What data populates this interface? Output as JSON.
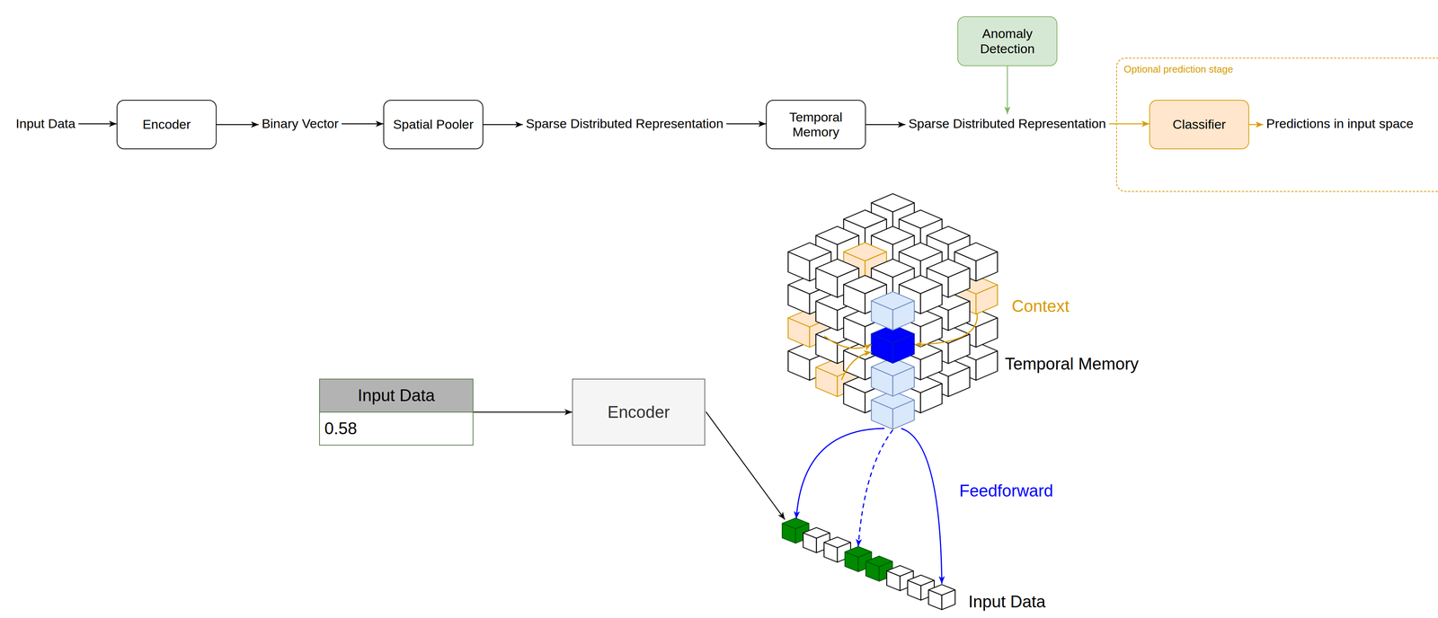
{
  "diagram": {
    "nodes": [
      {
        "text": [
          "Input Data"
        ]
      },
      {
        "text": [
          "Encoder"
        ]
      },
      {
        "text": [
          "Binary Vector"
        ]
      },
      {
        "text": [
          "Spatial Pooler"
        ]
      },
      {
        "text": [
          "Sparse Distributed Representation"
        ]
      },
      {
        "text": [
          "Temporal Memory"
        ]
      },
      {
        "text": [
          "Anomaly Detection"
        ]
      },
      {
        "text": [
          "Sparse Distributed Representation"
        ]
      },
      {
        "text": [
          "Optional prediction stage"
        ]
      },
      {
        "text": [
          "Classifier"
        ],
        "in": 8
      },
      {
        "text": [
          "Predictions in input space"
        ],
        "in": 8
      },
      {
        "text": [
          "Input Data",
          "0.58"
        ]
      },
      {
        "text": [
          "Encoder"
        ]
      }
    ],
    "edges": [
      {
        "from": 0,
        "to": 1,
        "arrow": "to"
      },
      {
        "from": 1,
        "to": 2,
        "arrow": "to"
      },
      {
        "from": 2,
        "to": 3,
        "arrow": "to"
      },
      {
        "from": 3,
        "to": 4,
        "arrow": "to"
      },
      {
        "from": 4,
        "to": 5,
        "arrow": "to"
      },
      {
        "from": 5,
        "to": 7,
        "arrow": "to"
      },
      {
        "from": 6,
        "to": 7,
        "arrow": "to"
      },
      {
        "from": 7,
        "to": 9,
        "arrow": "to"
      },
      {
        "from": 9,
        "to": 10,
        "arrow": "to"
      },
      {
        "from": 11,
        "to": 12,
        "arrow": "to"
      }
    ],
    "labels": [
      "Context",
      "Temporal Memory",
      "Feedforward",
      "Input Data"
    ]
  }
}
